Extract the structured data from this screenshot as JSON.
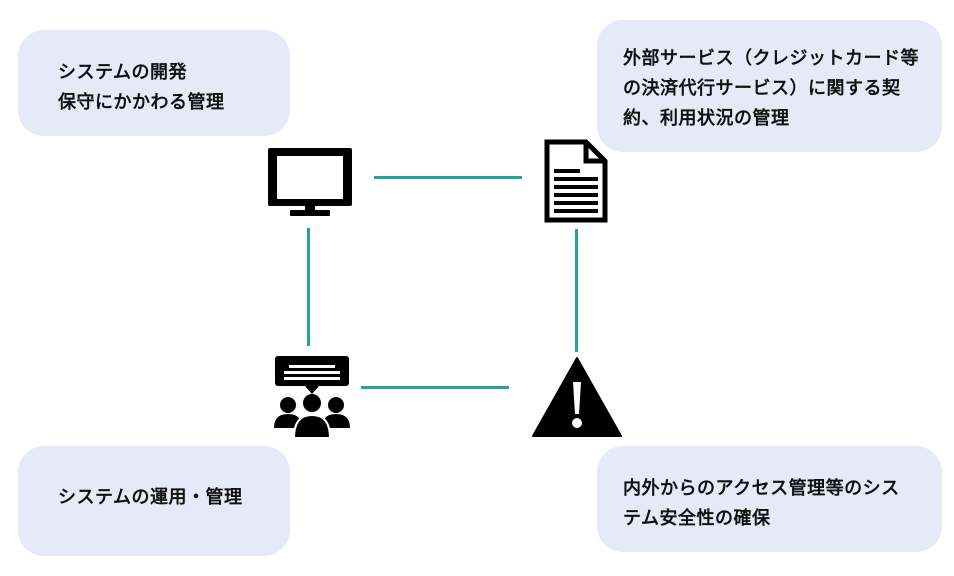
{
  "cards": {
    "development": {
      "lines": [
        "システムの開発",
        "保守にかかわる管理"
      ]
    },
    "external_services": {
      "lines": [
        "外部サービス（クレジットカード等",
        "の決済代行サービス）に関する契",
        "約、利用状況の管理"
      ]
    },
    "operation": {
      "lines": [
        "システムの運用・管理"
      ]
    },
    "security": {
      "lines": [
        "内外からのアクセス管理等のシス",
        "テム安全性の確保"
      ]
    }
  },
  "icons": {
    "top_left": "monitor-icon",
    "top_right": "document-icon",
    "bottom_left": "team-meeting-icon",
    "bottom_right": "warning-icon"
  },
  "colors": {
    "card_background": "#e6e9f8",
    "connector": "#24a39c",
    "icon": "#000000"
  }
}
